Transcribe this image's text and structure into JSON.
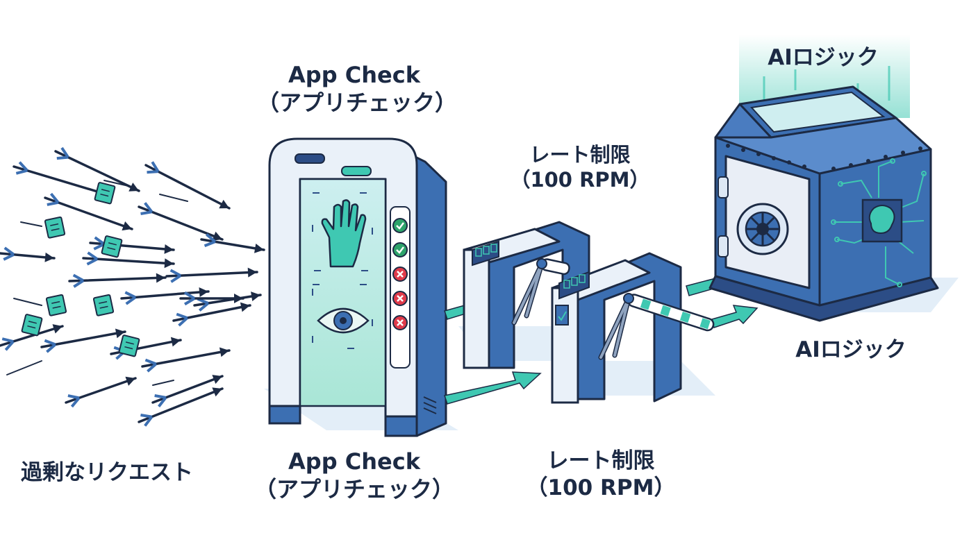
{
  "labels": {
    "requests": "過剰なリクエスト",
    "appcheck_top": "App Check",
    "appcheck_top_sub": "（アプリチェック）",
    "appcheck_bottom": "App Check",
    "appcheck_bottom_sub": "（アプリチェック）",
    "ratelimit_top": "レート制限",
    "ratelimit_top_sub": "（100 RPM）",
    "ratelimit_bottom": "レート制限",
    "ratelimit_bottom_sub": "（100 RPM）",
    "ai_top": "AIロジック",
    "ai_right": "AIロジック"
  },
  "checks": [
    "pass",
    "pass",
    "fail",
    "fail",
    "fail"
  ],
  "colors": {
    "navy": "#1c2a44",
    "blue": "#3c6fb2",
    "teal": "#3fc8b2",
    "light_blue": "#dde8f5",
    "glass": "#c9efe6",
    "red": "#e03a4a",
    "green": "#2da36a"
  }
}
